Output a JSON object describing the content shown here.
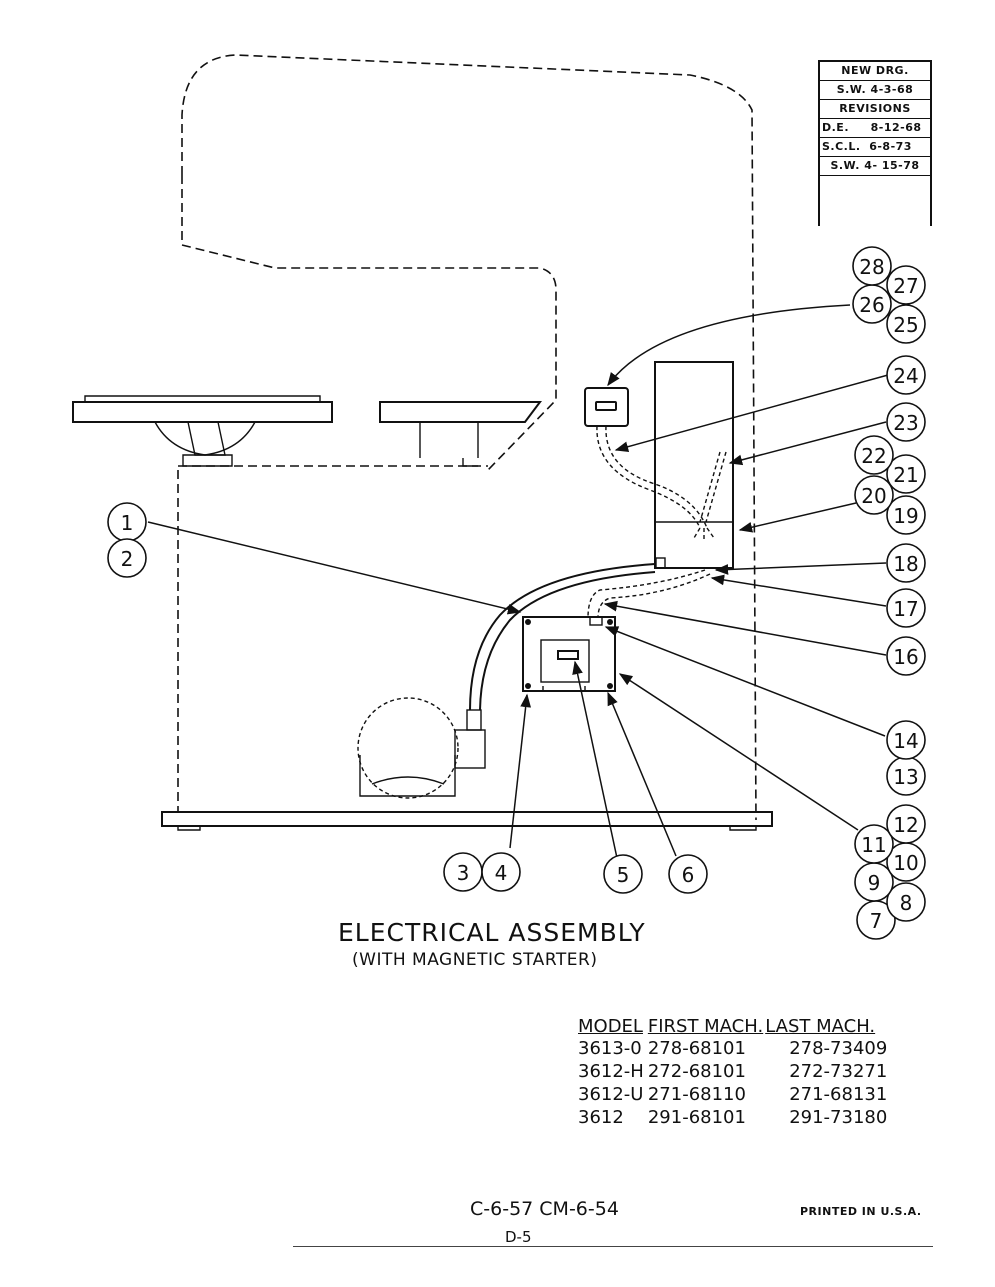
{
  "revision_block": {
    "new_drawing": "NEW DRG.",
    "new_drawing_by": "S.W. 4-3-68",
    "revisions_header": "REVISIONS",
    "revisions": [
      "D.E.     8-12-68",
      "S.C.L.  6-8-73",
      "S.W. 4- 15-78"
    ]
  },
  "callouts": [
    "1",
    "2",
    "3",
    "4",
    "5",
    "6",
    "7",
    "8",
    "9",
    "10",
    "11",
    "12",
    "13",
    "14",
    "16",
    "17",
    "18",
    "19",
    "20",
    "21",
    "22",
    "23",
    "24",
    "25",
    "26",
    "27",
    "28"
  ],
  "title": "ELECTRICAL ASSEMBLY",
  "subtitle": "(WITH MAGNETIC STARTER)",
  "serial_table": {
    "headers": [
      "MODEL",
      "FIRST MACH.",
      "LAST MACH."
    ],
    "rows": [
      [
        "3613-0",
        "278-68101",
        "278-73409"
      ],
      [
        "3612-H",
        "272-68101",
        "272-73271"
      ],
      [
        "3612-U",
        "271-68110",
        "271-68131"
      ],
      [
        "3612",
        "291-68101",
        "291-73180"
      ]
    ]
  },
  "drawing_numbers": "C-6-57  CM-6-54",
  "printed_in": "PRINTED IN U.S.A.",
  "page_number": "D-5"
}
